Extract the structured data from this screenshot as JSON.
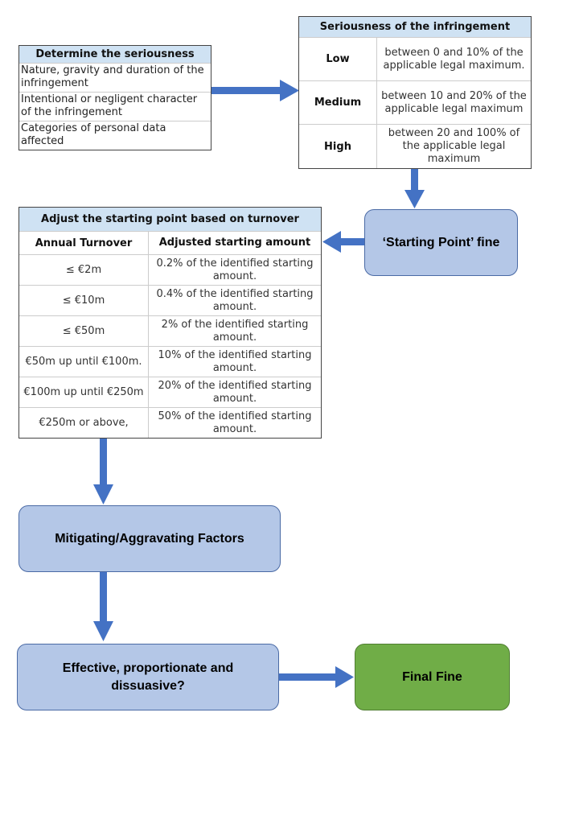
{
  "determine": {
    "title": "Determine the seriousness",
    "items": [
      "Nature, gravity and duration of the infringement",
      "Intentional or negligent character of the infringement",
      "Categories of personal data affected"
    ]
  },
  "seriousness": {
    "title": "Seriousness of the infringement",
    "levels": [
      {
        "level": "Low",
        "description": "between 0 and 10% of the applicable legal maximum."
      },
      {
        "level": "Medium",
        "description": "between 10 and 20% of the applicable legal maximum"
      },
      {
        "level": "High",
        "description": "between 20 and 100% of the applicable legal maximum"
      }
    ]
  },
  "adjust": {
    "title": "Adjust the starting point based on turnover",
    "headers": [
      "Annual Turnover",
      "Adjusted starting amount"
    ],
    "rows": [
      [
        "≤ €2m",
        "0.2% of the identified starting amount."
      ],
      [
        "≤ €10m",
        "0.4% of the identified starting amount."
      ],
      [
        "≤ €50m",
        "2% of the identified starting amount."
      ],
      [
        "€50m up until €100m.",
        "10% of the identified starting amount."
      ],
      [
        "€100m up until €250m",
        "20% of the identified starting amount."
      ],
      [
        "€250m or above,",
        "50% of the identified starting amount."
      ]
    ]
  },
  "flow": {
    "starting_point": "‘Starting Point’ fine",
    "mitigating": "Mitigating/Aggravating Factors",
    "effective": "Effective, proportionate and dissuasive?",
    "final": "Final Fine"
  },
  "colors": {
    "arrow": "#4472c4",
    "box_blue": "#b4c7e7",
    "box_green": "#70ad47",
    "table_header": "#cfe2f3"
  }
}
